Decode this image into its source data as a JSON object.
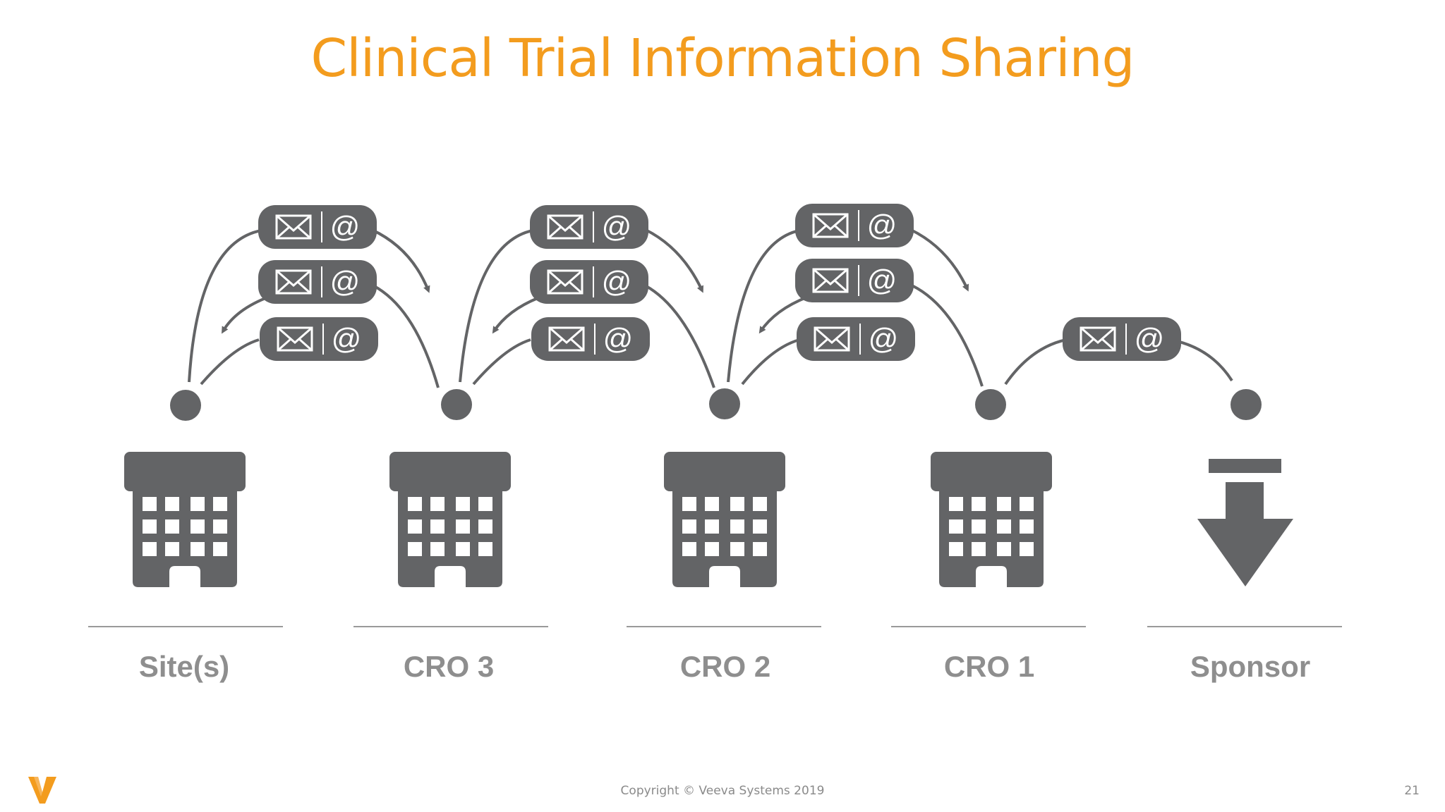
{
  "title": "Clinical Trial Information Sharing",
  "nodes": [
    {
      "label": "Site(s)",
      "icon": "building-icon"
    },
    {
      "label": "CRO 3",
      "icon": "building-icon"
    },
    {
      "label": "CRO 2",
      "icon": "building-icon"
    },
    {
      "label": "CRO 1",
      "icon": "building-icon"
    },
    {
      "label": "Sponsor",
      "icon": "download-arrow-icon"
    }
  ],
  "message_badge": {
    "symbol": "@",
    "icon": "envelope-icon"
  },
  "footer": {
    "copyright": "Copyright © Veeva Systems 2019",
    "page_number": "21",
    "logo_icon": "veeva-v-logo-icon"
  },
  "colors": {
    "title": "#f39c1e",
    "icon": "#636466",
    "label": "#8e8e8e",
    "logo": "#f39c1e"
  }
}
